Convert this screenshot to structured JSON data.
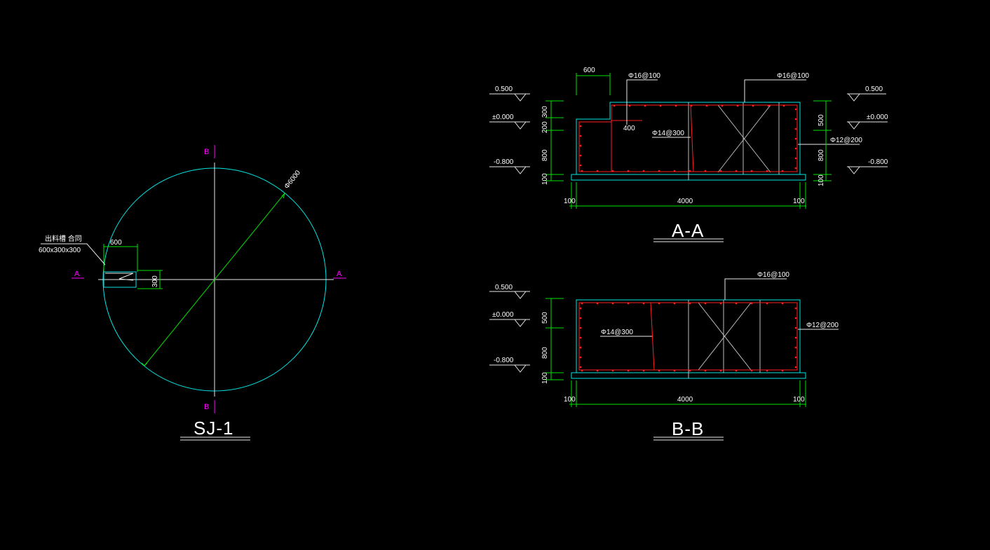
{
  "plan": {
    "title": "SJ-1",
    "diameter_label": "Φ6000",
    "pit_label": "出料槽 合同",
    "pit_size": "600x300x300",
    "pit_width": "600",
    "pit_depth": "300",
    "section_a": "A",
    "section_b": "B"
  },
  "section_aa": {
    "title": "A-A",
    "top_rebar": "Φ16@100",
    "top_rebar_left": "Φ16@100",
    "side_rebar": "Φ14@300",
    "wall_rebar": "Φ12@200",
    "step_width": "600",
    "step_len": "400",
    "elev_top": "0.500",
    "elev_zero": "±0.000",
    "elev_bottom": "-0.800",
    "elev_top_r": "0.500",
    "elev_zero_r": "±0.000",
    "elev_bottom_r": "-0.800",
    "dim_300": "300",
    "dim_200": "200",
    "dim_800": "800",
    "dim_100": "100",
    "dim_500_r": "500",
    "dim_800_r": "800",
    "dim_100_r": "100",
    "width": "4000",
    "edge_left": "100",
    "edge_right": "100"
  },
  "section_bb": {
    "title": "B-B",
    "top_rebar": "Φ16@100",
    "side_rebar": "Φ14@300",
    "wall_rebar": "Φ12@200",
    "elev_top": "0.500",
    "elev_zero": "±0.000",
    "elev_bottom": "-0.800",
    "dim_500": "500",
    "dim_800": "800",
    "dim_100": "100",
    "width": "4000",
    "edge_left": "100",
    "edge_right": "100"
  },
  "colors": {
    "background": "#000000",
    "concrete_outline": "#00e5e5",
    "dimension": "#00e000",
    "rebar": "#ff2020",
    "section_mark": "#ff00ff",
    "text": "#ffffff"
  }
}
